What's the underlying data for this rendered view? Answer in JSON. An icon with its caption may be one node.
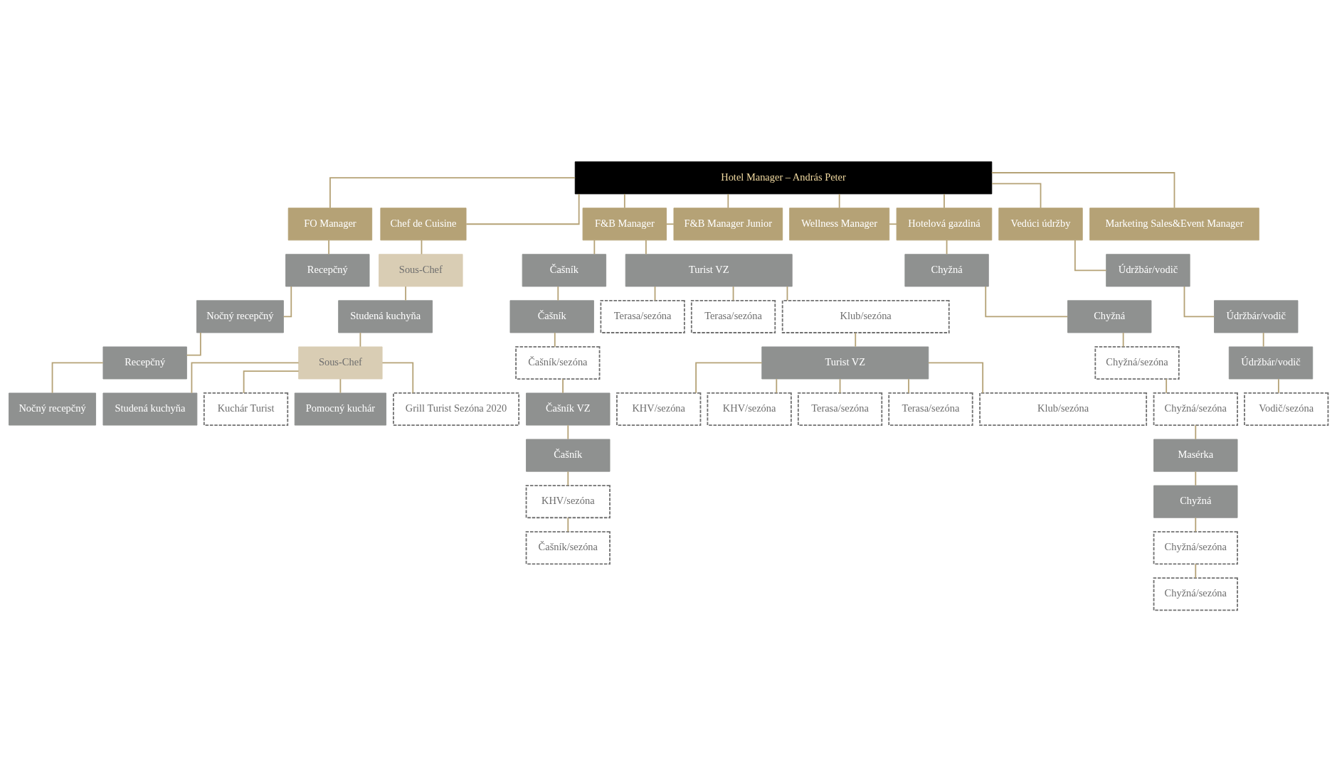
{
  "diagram": {
    "nodes": [
      {
        "text": [
          "Hotel Manager – András Peter"
        ]
      },
      {
        "text": [
          "FO Manager"
        ]
      },
      {
        "text": [
          "Chef de Cuisine"
        ]
      },
      {
        "text": [
          "F&B Manager"
        ]
      },
      {
        "text": [
          "F&B Manager Junior"
        ]
      },
      {
        "text": [
          "Wellness Manager"
        ]
      },
      {
        "text": [
          "Hotelová gazdiná"
        ]
      },
      {
        "text": [
          "Vedúci údržby"
        ]
      },
      {
        "text": [
          "Marketing Sales&Event Manager"
        ]
      },
      {
        "text": [
          "Recepčný"
        ]
      },
      {
        "text": [
          "Nočný recepčný"
        ]
      },
      {
        "text": [
          "Recepčný"
        ]
      },
      {
        "text": [
          "Nočný recepčný"
        ]
      },
      {
        "text": [
          "Sous-Chef"
        ]
      },
      {
        "text": [
          "Studená kuchyňa"
        ]
      },
      {
        "text": [
          "Sous-Chef"
        ]
      },
      {
        "text": [
          "Studená kuchyňa"
        ]
      },
      {
        "text": [
          "Kuchár Turist"
        ]
      },
      {
        "text": [
          "Pomocný kuchár"
        ]
      },
      {
        "text": [
          "Grill Turist Sezóna 2020"
        ]
      },
      {
        "text": [
          "Čašník"
        ]
      },
      {
        "text": [
          "Čašník"
        ]
      },
      {
        "text": [
          "Čašník/sezóna"
        ]
      },
      {
        "text": [
          "Čašník VZ"
        ]
      },
      {
        "text": [
          "Čašník"
        ]
      },
      {
        "text": [
          "KHV/sezóna"
        ]
      },
      {
        "text": [
          "Čašník/sezóna"
        ]
      },
      {
        "text": [
          "Turist VZ"
        ]
      },
      {
        "text": [
          "Terasa/sezóna"
        ]
      },
      {
        "text": [
          "Terasa/sezóna"
        ]
      },
      {
        "text": [
          "Klub/sezóna"
        ]
      },
      {
        "text": [
          "Turist VZ"
        ]
      },
      {
        "text": [
          "KHV/sezóna"
        ]
      },
      {
        "text": [
          "KHV/sezóna"
        ]
      },
      {
        "text": [
          "Terasa/sezóna"
        ]
      },
      {
        "text": [
          "Terasa/sezóna"
        ]
      },
      {
        "text": [
          "Klub/sezóna"
        ]
      },
      {
        "text": [
          "Chyžná"
        ]
      },
      {
        "text": [
          "Chyžná"
        ]
      },
      {
        "text": [
          "Chyžná/sezóna"
        ]
      },
      {
        "text": [
          "Chyžná/sezóna"
        ]
      },
      {
        "text": [
          "Masérka"
        ]
      },
      {
        "text": [
          "Chyžná"
        ]
      },
      {
        "text": [
          "Chyžná/sezóna"
        ]
      },
      {
        "text": [
          "Chyžná/sezóna"
        ]
      },
      {
        "text": [
          "Údržbár/vodič"
        ]
      },
      {
        "text": [
          "Údržbár/vodič"
        ]
      },
      {
        "text": [
          "Údržbár/vodič"
        ]
      },
      {
        "text": [
          "Vodič/sezóna"
        ]
      }
    ],
    "edges": [
      {
        "from": 0,
        "to": 1,
        "arrow": "none"
      },
      {
        "from": 0,
        "to": 2,
        "arrow": "none"
      },
      {
        "from": 0,
        "to": 3,
        "arrow": "none"
      },
      {
        "from": 0,
        "to": 4,
        "arrow": "none"
      },
      {
        "from": 0,
        "to": 5,
        "arrow": "none"
      },
      {
        "from": 0,
        "to": 6,
        "arrow": "none"
      },
      {
        "from": 0,
        "to": 7,
        "arrow": "none"
      },
      {
        "from": 0,
        "to": 8,
        "arrow": "none"
      },
      {
        "from": 1,
        "to": 9,
        "arrow": "none"
      },
      {
        "from": 9,
        "to": 10,
        "arrow": "none"
      },
      {
        "from": 10,
        "to": 11,
        "arrow": "none"
      },
      {
        "from": 11,
        "to": 12,
        "arrow": "none"
      },
      {
        "from": 2,
        "to": 13,
        "arrow": "none"
      },
      {
        "from": 13,
        "to": 14,
        "arrow": "none"
      },
      {
        "from": 14,
        "to": 15,
        "arrow": "none"
      },
      {
        "from": 15,
        "to": 16,
        "arrow": "none"
      },
      {
        "from": 15,
        "to": 17,
        "arrow": "none"
      },
      {
        "from": 15,
        "to": 18,
        "arrow": "none"
      },
      {
        "from": 15,
        "to": 19,
        "arrow": "none"
      },
      {
        "from": 3,
        "to": 4,
        "arrow": "none"
      },
      {
        "from": 3,
        "to": 20,
        "arrow": "none"
      },
      {
        "from": 3,
        "to": 27,
        "arrow": "none"
      },
      {
        "from": 5,
        "to": 6,
        "arrow": "none"
      },
      {
        "from": 20,
        "to": 21,
        "arrow": "none"
      },
      {
        "from": 21,
        "to": 22,
        "arrow": "none"
      },
      {
        "from": 22,
        "to": 23,
        "arrow": "none"
      },
      {
        "from": 23,
        "to": 24,
        "arrow": "none"
      },
      {
        "from": 24,
        "to": 25,
        "arrow": "none"
      },
      {
        "from": 25,
        "to": 26,
        "arrow": "none"
      },
      {
        "from": 27,
        "to": 28,
        "arrow": "none"
      },
      {
        "from": 27,
        "to": 29,
        "arrow": "none"
      },
      {
        "from": 27,
        "to": 30,
        "arrow": "none"
      },
      {
        "from": 30,
        "to": 31,
        "arrow": "none"
      },
      {
        "from": 31,
        "to": 32,
        "arrow": "none"
      },
      {
        "from": 31,
        "to": 33,
        "arrow": "none"
      },
      {
        "from": 31,
        "to": 34,
        "arrow": "none"
      },
      {
        "from": 31,
        "to": 35,
        "arrow": "none"
      },
      {
        "from": 31,
        "to": 36,
        "arrow": "none"
      },
      {
        "from": 6,
        "to": 37,
        "arrow": "none"
      },
      {
        "from": 37,
        "to": 38,
        "arrow": "none"
      },
      {
        "from": 38,
        "to": 39,
        "arrow": "none"
      },
      {
        "from": 39,
        "to": 40,
        "arrow": "none"
      },
      {
        "from": 40,
        "to": 41,
        "arrow": "none"
      },
      {
        "from": 41,
        "to": 42,
        "arrow": "none"
      },
      {
        "from": 42,
        "to": 43,
        "arrow": "none"
      },
      {
        "from": 43,
        "to": 44,
        "arrow": "none"
      },
      {
        "from": 7,
        "to": 45,
        "arrow": "none"
      },
      {
        "from": 45,
        "to": 46,
        "arrow": "none"
      },
      {
        "from": 46,
        "to": 47,
        "arrow": "none"
      },
      {
        "from": 47,
        "to": 48,
        "arrow": "none"
      }
    ]
  }
}
